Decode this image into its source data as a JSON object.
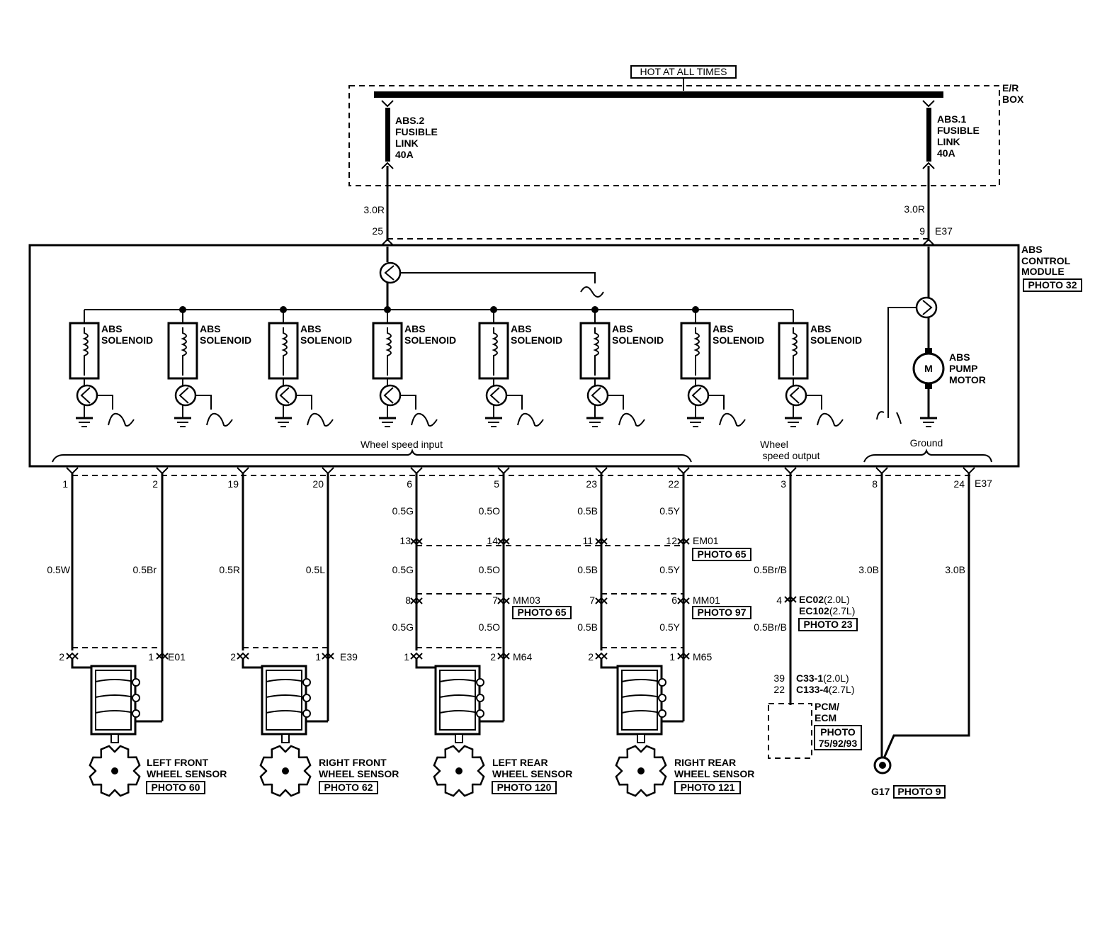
{
  "header": {
    "hot": "HOT AT ALL TIMES",
    "er_box_1": "E/R",
    "er_box_2": "BOX"
  },
  "fuses": [
    {
      "l1": "ABS.2",
      "l2": "FUSIBLE",
      "l3": "LINK",
      "l4": "40A"
    },
    {
      "l1": "ABS.1",
      "l2": "FUSIBLE",
      "l3": "LINK",
      "l4": "40A"
    }
  ],
  "power_wires": {
    "left": {
      "gauge": "3.0R",
      "pin": "25"
    },
    "right": {
      "gauge": "3.0R",
      "pin": "9",
      "connector": "E37"
    }
  },
  "module": {
    "title_1": "ABS",
    "title_2": "CONTROL",
    "title_3": "MODULE",
    "photo": "PHOTO 32",
    "solenoid_1": "ABS",
    "solenoid_2": "SOLENOID",
    "pump_1": "ABS",
    "pump_2": "PUMP",
    "pump_3": "MOTOR",
    "motor_symbol": "M",
    "wheel_speed_input": "Wheel speed input",
    "wheel_speed_output_1": "Wheel",
    "wheel_speed_output_2": "speed output",
    "ground": "Ground"
  },
  "module_pins": [
    "1",
    "2",
    "19",
    "20",
    "6",
    "5",
    "23",
    "22",
    "3",
    "8",
    "24"
  ],
  "module_connector": "E37",
  "front_wires": [
    "0.5W",
    "0.5Br",
    "0.5R",
    "0.5L"
  ],
  "rear_wires": {
    "row1": [
      "0.5G",
      "0.5O",
      "0.5B",
      "0.5Y"
    ],
    "row2": [
      "0.5G",
      "0.5O",
      "0.5B",
      "0.5Y"
    ],
    "row3": [
      "0.5G",
      "0.5O",
      "0.5B",
      "0.5Y"
    ]
  },
  "em01": {
    "pins": [
      "13",
      "14",
      "11",
      "12"
    ],
    "name": "EM01",
    "photo": "PHOTO 65"
  },
  "mm03": {
    "pins": [
      "8",
      "7"
    ],
    "name": "MM03",
    "photo": "PHOTO 65"
  },
  "mm01": {
    "pins": [
      "7",
      "6"
    ],
    "name": "MM01",
    "photo": "PHOTO 97"
  },
  "sensors": [
    {
      "pins": [
        "2",
        "1"
      ],
      "connector": "E01",
      "l1": "LEFT FRONT",
      "l2": "WHEEL SENSOR",
      "photo": "PHOTO 60"
    },
    {
      "pins": [
        "2",
        "1"
      ],
      "connector": "E39",
      "l1": "RIGHT FRONT",
      "l2": "WHEEL SENSOR",
      "photo": "PHOTO 62"
    },
    {
      "pins": [
        "1",
        "2"
      ],
      "connector": "M64",
      "l1": "LEFT REAR",
      "l2": "WHEEL SENSOR",
      "photo": "PHOTO 120"
    },
    {
      "pins": [
        "2",
        "1"
      ],
      "connector": "M65",
      "l1": "RIGHT REAR",
      "l2": "WHEEL SENSOR",
      "photo": "PHOTO 121"
    }
  ],
  "output_circuit": {
    "gauge1": "0.5Br/B",
    "pin_ec": "4",
    "ec02": "EC02",
    "ec02_sfx": "(2.0L)",
    "ec102": "EC102",
    "ec102_sfx": "(2.7L)",
    "ec_photo": "PHOTO 23",
    "gauge2": "0.5Br/B",
    "c33_pin": "39",
    "c133_pin": "22",
    "c33": "C33-1",
    "c33_sfx": "(2.0L)",
    "c133": "C133-4",
    "c133_sfx": "(2.7L)",
    "pcm_1": "PCM/",
    "pcm_2": "ECM",
    "pcm_photo_1": "PHOTO",
    "pcm_photo_2": "75/92/93"
  },
  "ground_circuit": {
    "gauge_a": "3.0B",
    "gauge_b": "3.0B",
    "ground_id": "G17",
    "photo": "PHOTO 9"
  }
}
